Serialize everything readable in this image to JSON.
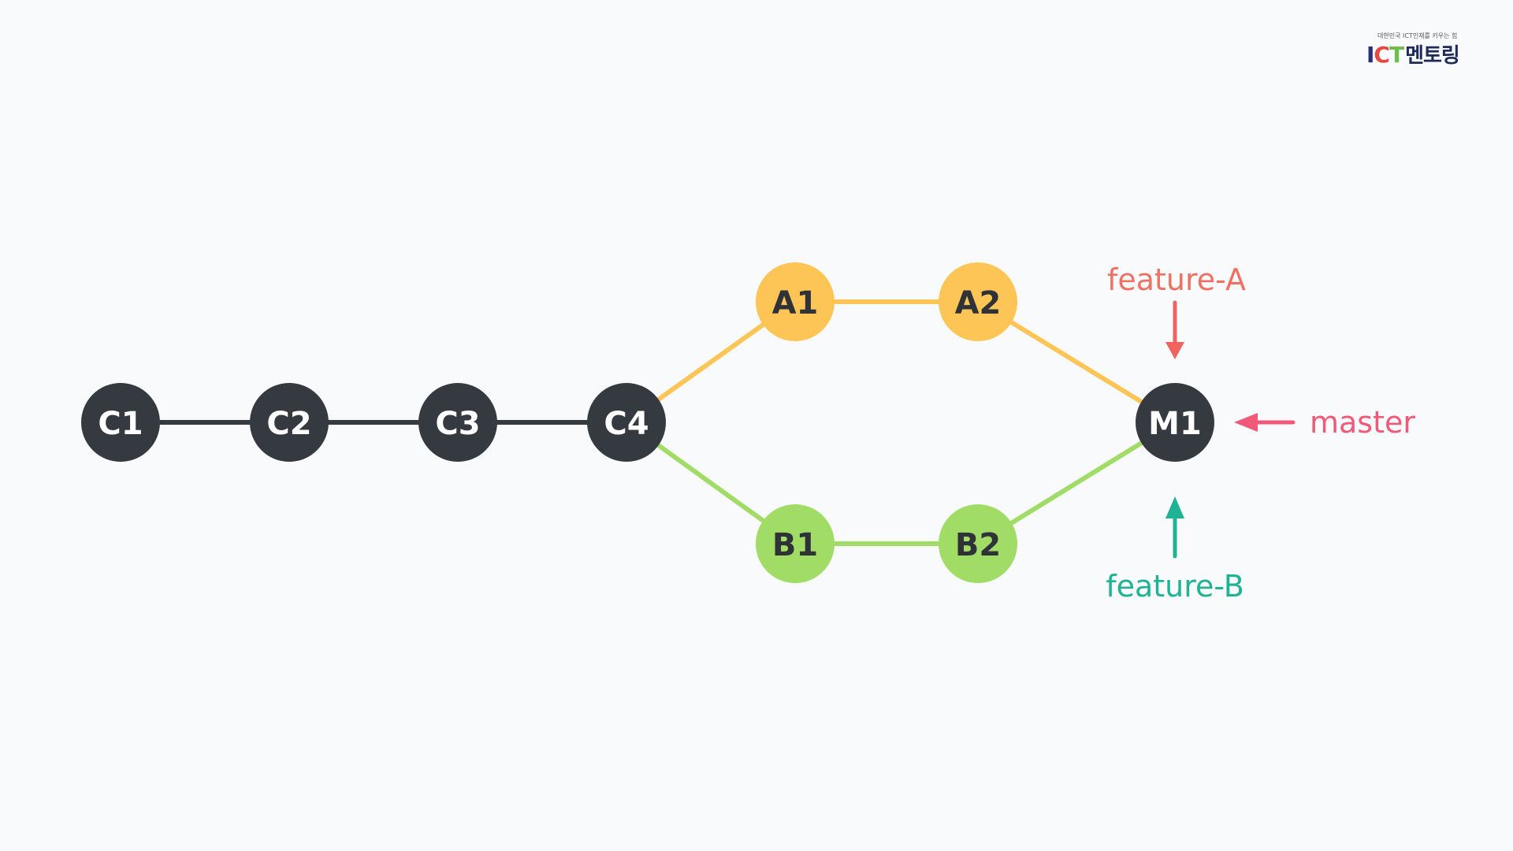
{
  "logo": {
    "tagline": "대한민국 ICT인재를 키우는 힘",
    "letter_i": "I",
    "letter_c": "C",
    "letter_t": "T",
    "korean": "멘토링"
  },
  "colors": {
    "background": "#f8fafc",
    "commit_dark": "#343a40",
    "branch_a": "#fcc556",
    "branch_b": "#a0dc66",
    "feature_a_label": "#f07163",
    "feature_a_arrow": "#f0645f",
    "master_label": "#f05a78",
    "feature_b_label": "#1fb394",
    "line_dark": "#343a40",
    "line_a": "#fcc556",
    "line_b": "#a0dc66"
  },
  "commits": [
    {
      "id": "C1",
      "label": "C1",
      "branch": "main"
    },
    {
      "id": "C2",
      "label": "C2",
      "branch": "main"
    },
    {
      "id": "C3",
      "label": "C3",
      "branch": "main"
    },
    {
      "id": "C4",
      "label": "C4",
      "branch": "main"
    },
    {
      "id": "A1",
      "label": "A1",
      "branch": "feature-A"
    },
    {
      "id": "A2",
      "label": "A2",
      "branch": "feature-A"
    },
    {
      "id": "B1",
      "label": "B1",
      "branch": "feature-B"
    },
    {
      "id": "B2",
      "label": "B2",
      "branch": "feature-B"
    },
    {
      "id": "M1",
      "label": "M1",
      "branch": "main"
    }
  ],
  "edges": [
    {
      "from": "C1",
      "to": "C2",
      "branch": "main"
    },
    {
      "from": "C2",
      "to": "C3",
      "branch": "main"
    },
    {
      "from": "C3",
      "to": "C4",
      "branch": "main"
    },
    {
      "from": "C4",
      "to": "A1",
      "branch": "feature-A"
    },
    {
      "from": "A1",
      "to": "A2",
      "branch": "feature-A"
    },
    {
      "from": "A2",
      "to": "M1",
      "branch": "feature-A"
    },
    {
      "from": "C4",
      "to": "B1",
      "branch": "feature-B"
    },
    {
      "from": "B1",
      "to": "B2",
      "branch": "feature-B"
    },
    {
      "from": "B2",
      "to": "M1",
      "branch": "feature-B"
    }
  ],
  "refs": [
    {
      "id": "feature-A",
      "label": "feature-A",
      "target": "M1",
      "direction": "above"
    },
    {
      "id": "master",
      "label": "master",
      "target": "M1",
      "direction": "right"
    },
    {
      "id": "feature-B",
      "label": "feature-B",
      "target": "M1",
      "direction": "below"
    }
  ]
}
